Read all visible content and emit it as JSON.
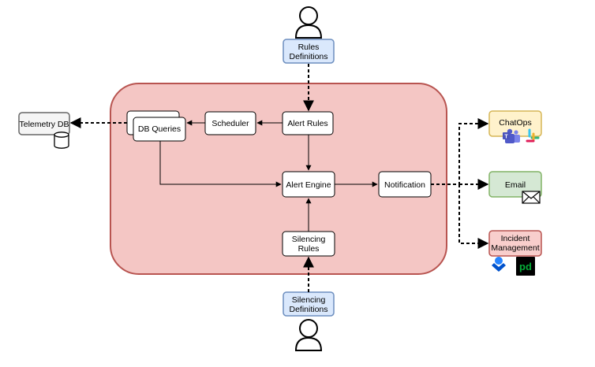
{
  "diagram": {
    "nodes": {
      "rules_definitions": [
        "Rules",
        "Definitions"
      ],
      "alert_rules": "Alert Rules",
      "scheduler": "Scheduler",
      "db_queries": "DB Queries",
      "telemetry_db": "Telemetry DB",
      "alert_engine": "Alert Engine",
      "notification": "Notification",
      "silencing_rules": [
        "Silencing",
        "Rules"
      ],
      "silencing_definitions": [
        "Silencing",
        "Definitions"
      ],
      "chatops": "ChatOps",
      "email": "Email",
      "incident_management": [
        "Incident",
        "Management"
      ]
    },
    "icons": {
      "user_top": "user-icon",
      "user_bottom": "user-icon",
      "database": "database-icon",
      "teams": "teams-icon",
      "slack": "slack-icon",
      "envelope": "envelope-icon",
      "opsgenie": "opsgenie-icon",
      "pagerduty": "pagerduty-icon"
    },
    "pagerduty_logo_text": "pd",
    "colors": {
      "container_fill": "#f4c6c4",
      "container_stroke": "#b85450",
      "definition_fill": "#dae8fc",
      "definition_stroke": "#6c8ebf",
      "chatops_fill": "#fff2cc",
      "chatops_stroke": "#d6b656",
      "email_fill": "#d5e8d4",
      "email_stroke": "#82b366",
      "incident_fill": "#f8cecc",
      "incident_stroke": "#b85450",
      "telemetry_fill": "#f5f5f5",
      "telemetry_stroke": "#666666"
    }
  }
}
